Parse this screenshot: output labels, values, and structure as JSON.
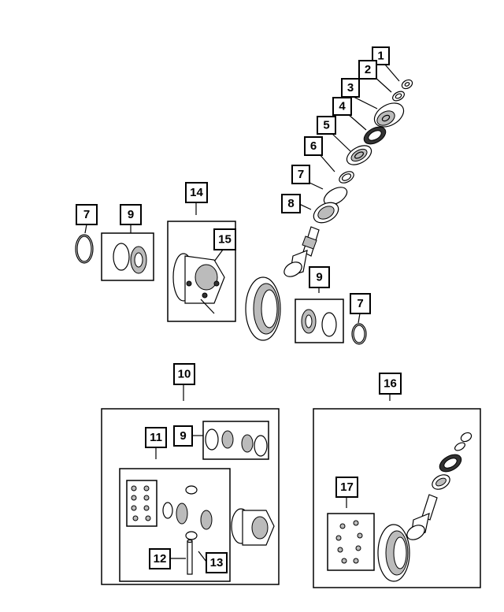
{
  "diagram": {
    "callouts": {
      "c1": "1",
      "c2": "2",
      "c3": "3",
      "c4": "4",
      "c5": "5",
      "c6": "6",
      "c7a": "7",
      "c8": "8",
      "c7b": "7",
      "c9a": "9",
      "c14": "14",
      "c15": "15",
      "c9b": "9",
      "c7c": "7",
      "c10": "10",
      "c16": "16",
      "c11": "11",
      "c9c": "9",
      "c12": "12",
      "c13": "13",
      "c17": "17"
    }
  }
}
